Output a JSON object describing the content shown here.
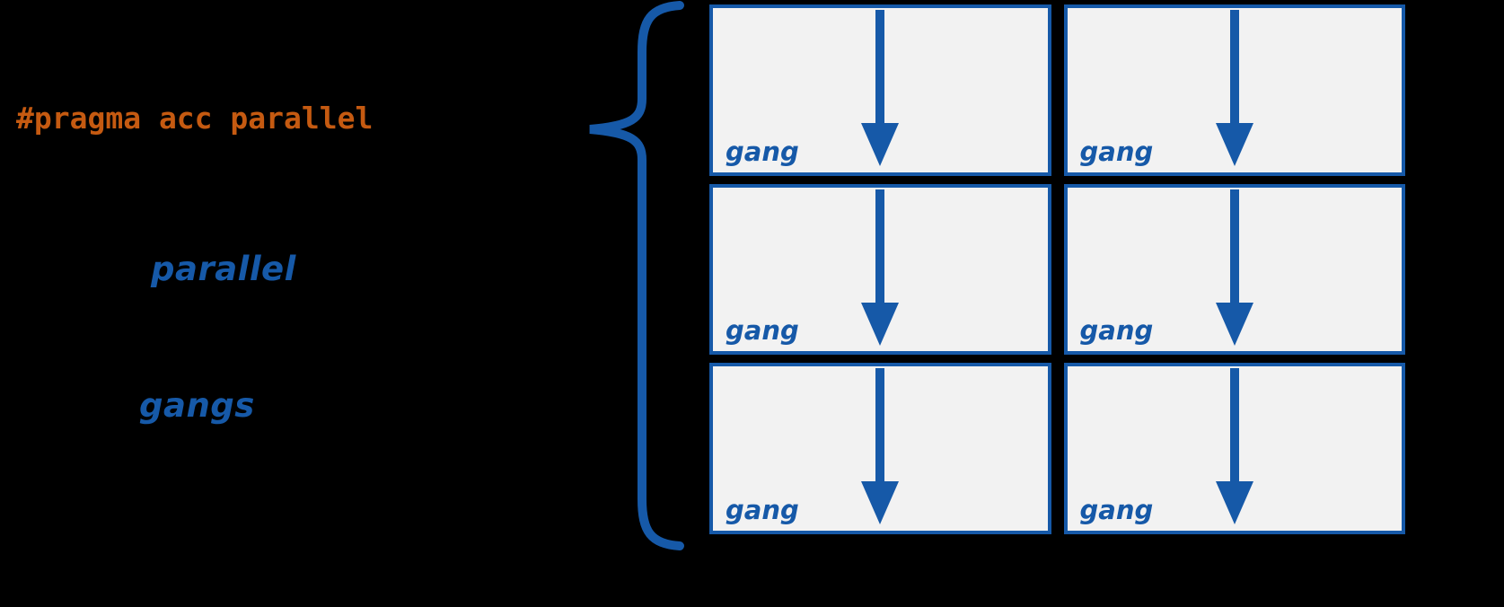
{
  "colors": {
    "background": "#000000",
    "blue": "#1659A8",
    "orange": "#C55A11",
    "box_fill": "#F2F2F2"
  },
  "labels": {
    "pragma": "#pragma acc parallel",
    "parallel_keyword": "parallel",
    "gangs_keyword": "gangs"
  },
  "grid": {
    "rows": 3,
    "columns": 2,
    "cell_label": "gang"
  },
  "icons": {
    "brace": "left-curly-brace",
    "arrow": "down-arrow"
  }
}
